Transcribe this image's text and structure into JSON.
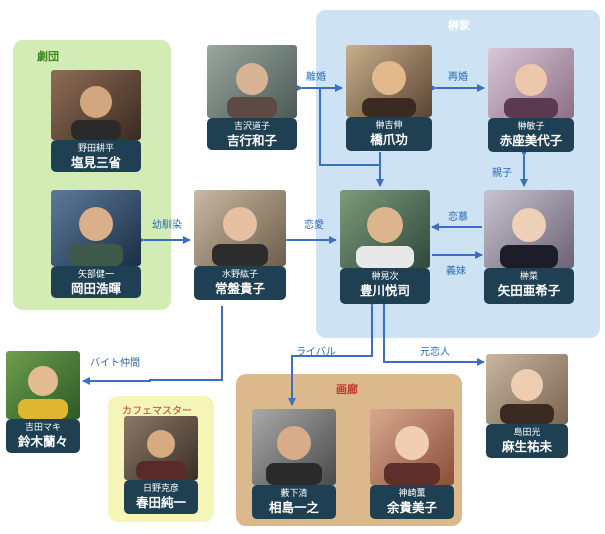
{
  "colors": {
    "group_theater": "#d3ecb6",
    "group_sakaki": "#cde3f4",
    "group_gallery": "#dcb98c",
    "group_cafe": "#f6f5b8",
    "card": "#1f3f52",
    "arrow": "#3b6fc4",
    "label": "#2b6cb0"
  },
  "groups": {
    "theater": "劇団",
    "sakaki": "榊家",
    "gallery": "画廊",
    "cafe": "カフェマスター"
  },
  "people": {
    "nozaki": {
      "role": "野田耕平",
      "actor": "塩見三省"
    },
    "yabe": {
      "role": "矢部健一",
      "actor": "岡田浩暉"
    },
    "yoshizawa": {
      "role": "吉沢道子",
      "actor": "吉行和子"
    },
    "yoshinobu": {
      "role": "榊吉伸",
      "actor": "橋爪功"
    },
    "toshiko": {
      "role": "榊敏子",
      "actor": "赤座美代子"
    },
    "mizuno": {
      "role": "水野紘子",
      "actor": "常盤貴子"
    },
    "koji": {
      "role": "榊晃次",
      "actor": "豊川悦司"
    },
    "nana": {
      "role": "榊菜",
      "actor": "矢田亜希子"
    },
    "yoshida": {
      "role": "吉田マキ",
      "actor": "鈴木蘭々"
    },
    "hino": {
      "role": "日野克彦",
      "actor": "春田純一"
    },
    "shimada": {
      "role": "島田光",
      "actor": "麻生祐未"
    },
    "yabushita": {
      "role": "藪下清",
      "actor": "相島一之"
    },
    "kanzaki": {
      "role": "神崎薫",
      "actor": "余貴美子"
    }
  },
  "relations": {
    "divorce": "離婚",
    "remarry": "再婚",
    "parent_child": "親子",
    "kouji_note": "親子",
    "childhood": "幼馴染",
    "love": "恋愛",
    "longing": "恋慕",
    "sister_in_law": "義妹",
    "parttime": "バイト仲間",
    "rival": "ライバル",
    "ex_lover": "元恋人"
  }
}
